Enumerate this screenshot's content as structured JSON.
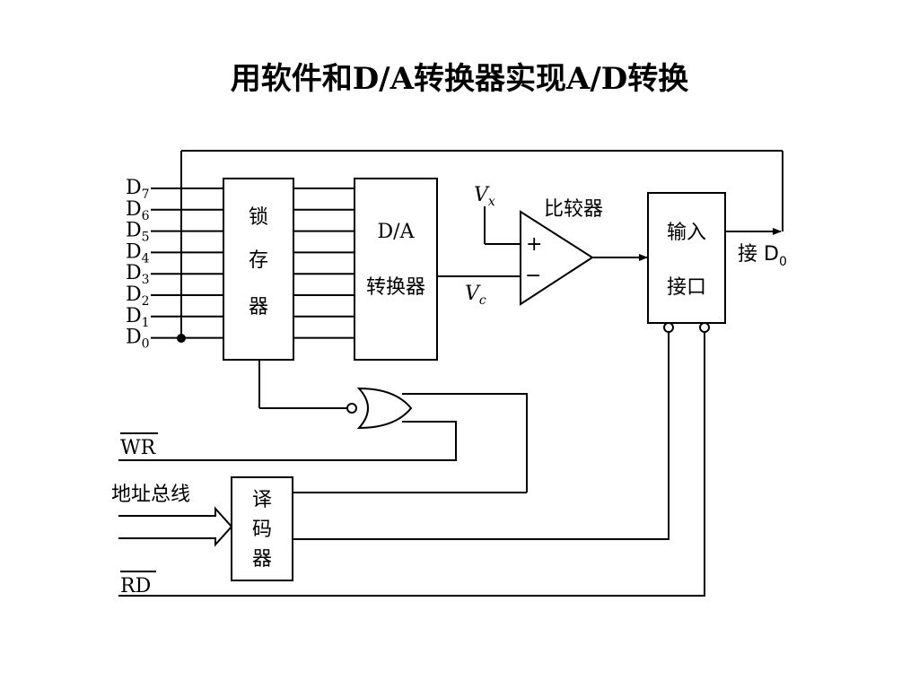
{
  "title": "用软件和D/A转换器实现A/D转换",
  "data_lines": [
    {
      "label": "D",
      "index": "7"
    },
    {
      "label": "D",
      "index": "6"
    },
    {
      "label": "D",
      "index": "5"
    },
    {
      "label": "D",
      "index": "4"
    },
    {
      "label": "D",
      "index": "3"
    },
    {
      "label": "D",
      "index": "2"
    },
    {
      "label": "D",
      "index": "1"
    },
    {
      "label": "D",
      "index": "0"
    }
  ],
  "latch": {
    "line1": "锁",
    "line2": "存",
    "line3": "器"
  },
  "dac": {
    "line1": "D/A",
    "line2": "转换器"
  },
  "comparator": {
    "label": "比较器",
    "plus": "+",
    "minus": "−"
  },
  "vx": {
    "main": "V",
    "sub": "x"
  },
  "vc": {
    "main": "V",
    "sub": "c"
  },
  "input_port": {
    "line1": "输入",
    "line2": "接口"
  },
  "output_label": {
    "prefix": "接 D",
    "sub": "0"
  },
  "wr_label": "WR",
  "address_bus_label": "地址总线",
  "decoder": {
    "line1": "译",
    "line2": "码",
    "line3": "器"
  },
  "rd_label": "RD"
}
